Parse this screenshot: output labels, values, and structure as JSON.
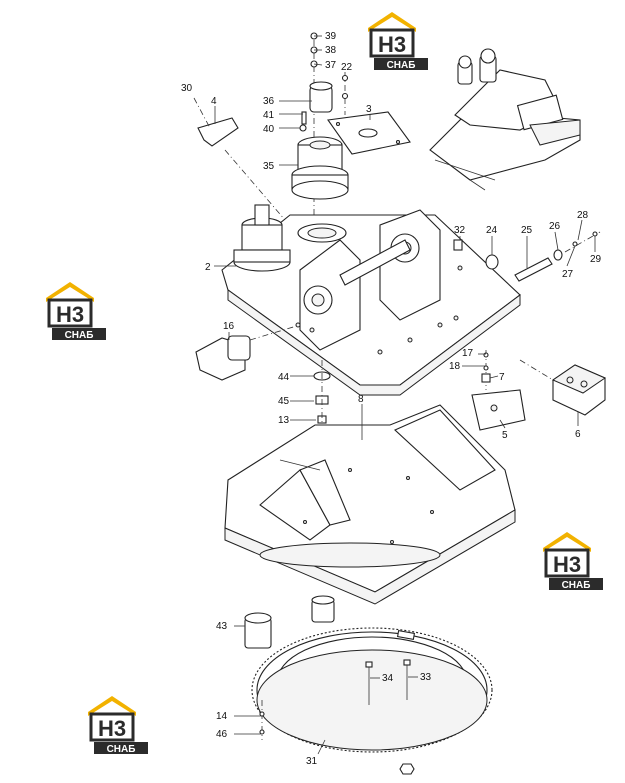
{
  "watermark": {
    "letters": "H3",
    "caption": "CHAБ",
    "roof_color": "#f2b200",
    "dark_color": "#2b2b2b"
  },
  "callouts": {
    "p2": "2",
    "p3": "3",
    "p4": "4",
    "p5": "5",
    "p6": "6",
    "p7": "7",
    "p8": "8",
    "p13": "13",
    "p14": "14",
    "p16": "16",
    "p17": "17",
    "p18": "18",
    "p22": "22",
    "p24": "24",
    "p25": "25",
    "p26": "26",
    "p27": "27",
    "p28": "28",
    "p29": "29",
    "p30": "30",
    "p31": "31",
    "p32": "32",
    "p33": "33",
    "p34": "34",
    "p35": "35",
    "p36": "36",
    "p37": "37",
    "p38": "38",
    "p39": "39",
    "p40": "40",
    "p41": "41",
    "p43": "43",
    "p44": "44",
    "p45": "45",
    "p46": "46"
  }
}
